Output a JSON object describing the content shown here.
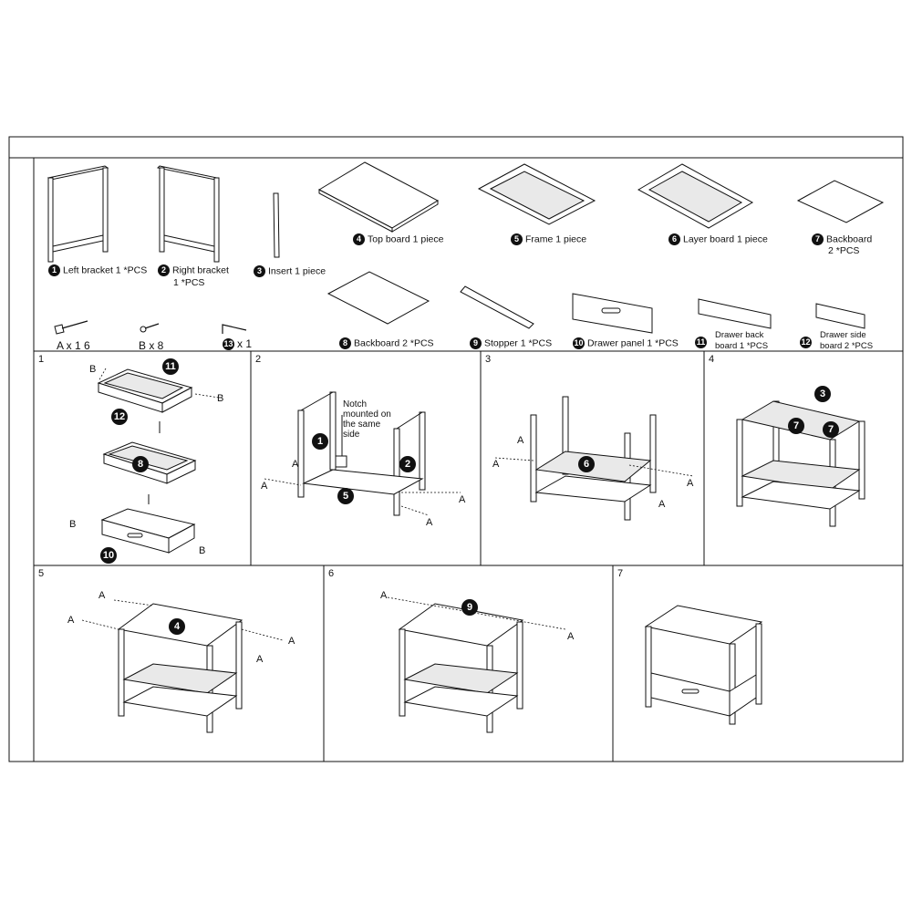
{
  "parts": {
    "p1": {
      "num": "1",
      "label": "Left bracket 1 *PCS"
    },
    "p2": {
      "num": "2",
      "label": "Right bracket",
      "label2": "1 *PCS"
    },
    "p3": {
      "num": "3",
      "label": "Insert 1 piece"
    },
    "p4": {
      "num": "4",
      "label": "Top board 1 piece"
    },
    "p5": {
      "num": "5",
      "label": "Frame 1 piece"
    },
    "p6": {
      "num": "6",
      "label": "Layer board 1 piece"
    },
    "p7": {
      "num": "7",
      "label": "Backboard",
      "label2": "2 *PCS"
    },
    "p8": {
      "num": "8",
      "label": "Backboard 2 *PCS"
    },
    "p9": {
      "num": "9",
      "label": "Stopper 1 *PCS"
    },
    "p10": {
      "num": "10",
      "label": "Drawer panel 1 *PCS"
    },
    "p11": {
      "num": "11",
      "label": "Drawer back",
      "label2": "board 1 *PCS"
    },
    "p12": {
      "num": "12",
      "label": "Drawer side",
      "label2": "board 2 *PCS"
    }
  },
  "hardware": {
    "a": "A x 1 6",
    "b": "B x 8",
    "tool_num": "13",
    "tool_qty": "x 1"
  },
  "steps": [
    "1",
    "2",
    "3",
    "4",
    "5",
    "6",
    "7"
  ],
  "step2_note": "Notch mounted on the same side",
  "markers": {
    "a": "A",
    "b": "B"
  }
}
